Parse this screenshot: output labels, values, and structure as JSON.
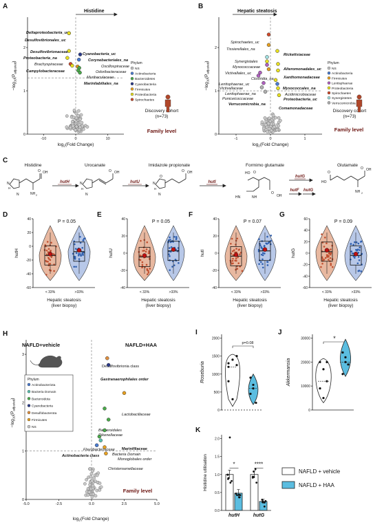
{
  "colors": {
    "NS": "#c8c8c8",
    "Actinobacteria": "#4a7bd0",
    "Bacteroidetes": "#4aaa4a",
    "Cyanobacteria": "#2a3a8a",
    "Firmicutes": "#e7a020",
    "Proteobacteria": "#e8e020",
    "Spirochaetes": "#d04a2a",
    "Lentisphaerae": "#b060c0",
    "Synergistetes": "#a0e0e0",
    "Verrucomicrobia": "#b0b0b0",
    "Bacteria Domain": "#58c0b0",
    "Desulfobacterota": "#e09040",
    "vehicle": "#ffffff",
    "haa": "#5bbde0",
    "dark": "#6b1410"
  },
  "panels": {
    "A": "A",
    "B": "B",
    "C": "C",
    "D": "D",
    "E": "E",
    "F": "F",
    "G": "G",
    "H": "H",
    "I": "I",
    "J": "J",
    "K": "K"
  },
  "common": {
    "ylab_main": "−log",
    "ylab_sub": "10",
    "ylab_paren": "(P",
    "ylab_adj": "adjusted",
    "ylab_close": ")",
    "xlab_main": "log",
    "xlab_sub": "2",
    "xlab_rest": "(Fold Change)",
    "family_level": "Family level"
  },
  "volcanoA": {
    "title": "Histidine",
    "legend_title": "Phylum",
    "legend": [
      {
        "label": "NS",
        "key": "NS"
      },
      {
        "label": "Actinobacteria",
        "key": "Actinobacteria"
      },
      {
        "label": "Bacteroidetes",
        "key": "Bacteroidetes"
      },
      {
        "label": "Cyanobacteria",
        "key": "Cyanobacteria"
      },
      {
        "label": "Firmicutes",
        "key": "Firmicutes"
      },
      {
        "label": "Proteobacteria",
        "key": "Proteobacteria"
      },
      {
        "label": "Spirochaetes",
        "key": "Spirochaetes"
      }
    ],
    "xticks": [
      "-10",
      "0",
      "10"
    ],
    "yticks": [
      "0",
      "1",
      "2"
    ],
    "cohort": "Discovery cohort",
    "n": "(n=73)",
    "labels": [
      {
        "text": "Deltaproteobacteria_uc",
        "bold": true,
        "italic": true
      },
      {
        "text": "Desulfovibrionales_uc",
        "bold": true,
        "italic": true
      },
      {
        "text": "Desulfovibrionaceae",
        "bold": true,
        "italic": true
      },
      {
        "text": "Proteobacteria_na",
        "bold": true,
        "italic": true
      },
      {
        "text": "Brachyspiraceae",
        "bold": false,
        "italic": true
      },
      {
        "text": "Campylobacteraceae",
        "bold": true,
        "italic": true
      },
      {
        "text": "Cyanobacteria_uc",
        "bold": true,
        "italic": true
      },
      {
        "text": "Corynebacteriales_na",
        "bold": true,
        "italic": true
      },
      {
        "text": "Oscillospiraceae",
        "bold": false,
        "italic": true
      },
      {
        "text": "Odoribacteraceae",
        "bold": false,
        "italic": true
      },
      {
        "text": "Muribaculaceae",
        "bold": false,
        "italic": true
      },
      {
        "text": "Marinilabiliales_na",
        "bold": true,
        "italic": true
      }
    ]
  },
  "volcanoB": {
    "title": "Hepatic steatosis",
    "legend_title": "Phylum",
    "legend": [
      {
        "label": "NS",
        "key": "NS"
      },
      {
        "label": "Actinobacteria",
        "key": "Actinobacteria"
      },
      {
        "label": "Firmicutes",
        "key": "Firmicutes"
      },
      {
        "label": "Lentisphaerae",
        "key": "Lentisphaerae"
      },
      {
        "label": "Proteobacteria",
        "key": "Proteobacteria"
      },
      {
        "label": "Spirochaetes",
        "key": "Spirochaetes"
      },
      {
        "label": "Synergistetes",
        "key": "Synergistetes"
      },
      {
        "label": "Verrucomicrobia",
        "key": "Verrucomicrobia"
      }
    ],
    "xticks": [
      "-1",
      "0",
      "1"
    ],
    "yticks": [
      "0",
      "1",
      "2"
    ],
    "cohort": "Discovery cohort",
    "n": "(n=73)",
    "labels": [
      {
        "text": "Spirochaetes_uc",
        "bold": false,
        "italic": true
      },
      {
        "text": "Tissierellales_na",
        "bold": false,
        "italic": true
      },
      {
        "text": "Rickettsiaceae",
        "bold": true,
        "italic": true
      },
      {
        "text": "Synergistales",
        "bold": false,
        "italic": true
      },
      {
        "text": "Myxococcaceae",
        "bold": false,
        "italic": true
      },
      {
        "text": "Victivallales_uc",
        "bold": false,
        "italic": true
      },
      {
        "text": "Clostridia_na",
        "bold": false,
        "italic": true
      },
      {
        "text": "Alteromonadales_uc",
        "bold": true,
        "italic": true
      },
      {
        "text": "Xanthomonadaceae",
        "bold": true,
        "italic": true
      },
      {
        "text": "Lentisphaerae_uc",
        "bold": false,
        "italic": true
      },
      {
        "text": "Victivallaceae",
        "bold": false,
        "italic": true
      },
      {
        "text": "Myxococcales_na",
        "bold": true,
        "italic": true
      },
      {
        "text": "Lentisphaerae_na",
        "bold": false,
        "italic": true
      },
      {
        "text": "Acidimicrobiaceae",
        "bold": false,
        "italic": true
      },
      {
        "text": "Puniceicoccaceae",
        "bold": false,
        "italic": true
      },
      {
        "text": "Proteobacteria_uc",
        "bold": true,
        "italic": true
      },
      {
        "text": "Verrucomicrobia_na",
        "bold": true,
        "italic": true
      },
      {
        "text": "Comamonadaceae",
        "bold": true,
        "italic": true
      }
    ]
  },
  "pathway": {
    "compounds": [
      "Histidine",
      "Urocanate",
      "Imidazole propionate",
      "Formimo glutamate",
      "Glutamate"
    ],
    "enzymes": [
      "hutH",
      "hutU",
      "hutI",
      "hutG",
      "hutF",
      "hutG"
    ]
  },
  "violins": {
    "xticks": [
      "< 33%",
      ">33%"
    ],
    "xlab1": "Hepatic steatosis",
    "xlab2": "(liver biopsy)",
    "panels": [
      {
        "ylabel": "hutH",
        "p": "P = 0.05",
        "yticks": [
          "-60",
          "-40",
          "-20",
          "0",
          "20",
          "40"
        ]
      },
      {
        "ylabel": "hutU",
        "p": "P = 0.05",
        "yticks": [
          "-40",
          "-20",
          "0",
          "20",
          "40"
        ]
      },
      {
        "ylabel": "hutI",
        "p": "P = 0.07",
        "yticks": [
          "-40",
          "-20",
          "0",
          "20",
          "40"
        ]
      },
      {
        "ylabel": "hutG",
        "p": "P = 0.09",
        "yticks": [
          "-60",
          "-40",
          "-20",
          "0",
          "20",
          "40",
          "60"
        ]
      }
    ]
  },
  "volcanoH": {
    "left_title": "NAFLD+vehicle",
    "right_title": "NAFLD+HAA",
    "legend_title": "Phylum",
    "legend": [
      {
        "label": "Actinobacteriota",
        "key": "Actinobacteria"
      },
      {
        "label": "Bacteria Domain",
        "key": "Bacteria Domain"
      },
      {
        "label": "Bacteroidota",
        "key": "Bacteroidetes"
      },
      {
        "label": "Cyanobacteria",
        "key": "Cyanobacteria"
      },
      {
        "label": "Desulfobacterota",
        "key": "Desulfobacterota"
      },
      {
        "label": "Firmicutes",
        "key": "Firmicutes"
      },
      {
        "label": "NS",
        "key": "NS"
      }
    ],
    "xticks": [
      "-5.0",
      "-2.5",
      "0.0",
      "2.5",
      "5.0"
    ],
    "yticks": [
      "0",
      "1",
      "2",
      "3"
    ],
    "labels": [
      {
        "text": "Desulfovibrionia class",
        "bold": false,
        "italic": false
      },
      {
        "text": "Gastranaerophilales order",
        "bold": true,
        "italic": true
      },
      {
        "text": "Lactobacillaceae",
        "bold": false,
        "italic": true
      },
      {
        "text": "Bacteroidales",
        "bold": false,
        "italic": true
      },
      {
        "text": "Rikenellaceae",
        "bold": false,
        "italic": true
      },
      {
        "text": "Flavobacteriaceae",
        "bold": false,
        "italic": true
      },
      {
        "text": "Marinifilaceae",
        "bold": true,
        "italic": false
      },
      {
        "text": "Bacteria Domain",
        "bold": false,
        "italic": true
      },
      {
        "text": "Actinobacteria class",
        "bold": true,
        "italic": true
      },
      {
        "text": "Monoglobales order",
        "bold": false,
        "italic": true
      },
      {
        "text": "Christensenellaceae",
        "bold": false,
        "italic": true
      }
    ]
  },
  "panelI": {
    "ylabel": "Roseburia",
    "p": "p=0.08",
    "yticks": [
      "0",
      "500",
      "1000",
      "1500",
      "2000"
    ]
  },
  "panelJ": {
    "ylabel": "Akkermansia",
    "star": "*",
    "yticks": [
      "0",
      "10000",
      "20000",
      "30000"
    ]
  },
  "panelK": {
    "ylabel": "Histidine utilisation",
    "yticks": [
      "0.0",
      "0.5",
      "1.0",
      "1.5",
      "2.0"
    ],
    "xticks": [
      "hutH",
      "hutG"
    ],
    "stars": [
      "*",
      "****"
    ],
    "legend": [
      "NAFLD + vehicle",
      "NAFLD + HAA"
    ]
  },
  "chart_data": [
    {
      "panel": "A",
      "type": "scatter",
      "title": "Histidine",
      "xlim": [
        -15,
        15
      ],
      "ylim": [
        0,
        2.7
      ],
      "threshold": 1.3,
      "points": [
        {
          "name": "Deltaproteobacteria_uc",
          "x": -2.1,
          "y": 2.33,
          "phylum": "Proteobacteria"
        },
        {
          "name": "Desulfovibrionales_uc",
          "x": -2.1,
          "y": 2.33,
          "phylum": "Proteobacteria"
        },
        {
          "name": "Desulfovibrionaceae",
          "x": -2.1,
          "y": 1.92,
          "phylum": "Proteobacteria"
        },
        {
          "name": "Proteobacteria_na",
          "x": -2.6,
          "y": 1.76,
          "phylum": "Proteobacteria"
        },
        {
          "name": "Brachyspiraceae",
          "x": -1.6,
          "y": 1.62,
          "phylum": "Spirochaetes"
        },
        {
          "name": "Campylobacteraceae",
          "x": -1.1,
          "y": 1.58,
          "phylum": "Proteobacteria"
        },
        {
          "name": "Cyanobacteria_uc",
          "x": 1.4,
          "y": 1.84,
          "phylum": "Cyanobacteria"
        },
        {
          "name": "Corynebacteriales_na",
          "x": 1.0,
          "y": 1.72,
          "phylum": "Actinobacteria"
        },
        {
          "name": "Oscillospiraceae",
          "x": 0.6,
          "y": 1.56,
          "phylum": "Firmicutes"
        },
        {
          "name": "Odoribacteraceae",
          "x": 1.1,
          "y": 1.53,
          "phylum": "Bacteroidetes"
        },
        {
          "name": "Muribaculaceae",
          "x": 0.8,
          "y": 1.47,
          "phylum": "Bacteroidetes"
        },
        {
          "name": "Marinilabiliales_na",
          "x": 1.3,
          "y": 1.42,
          "phylum": "Bacteroidetes"
        }
      ]
    },
    {
      "panel": "B",
      "type": "scatter",
      "title": "Hepatic steatosis",
      "xlim": [
        -1.5,
        1.5
      ],
      "ylim": [
        0,
        2.7
      ],
      "threshold": 1.0,
      "points": [
        {
          "name": "Spirochaetes_uc",
          "x": -0.05,
          "y": 2.3,
          "phylum": "Spirochaetes"
        },
        {
          "name": "Tissierellales_na",
          "x": -0.05,
          "y": 2.06,
          "phylum": "Firmicutes"
        },
        {
          "name": "Rickettsiaceae",
          "x": 0.2,
          "y": 1.92,
          "phylum": "Proteobacteria"
        },
        {
          "name": "Synergistales",
          "x": -0.1,
          "y": 1.78,
          "phylum": "Synergistetes"
        },
        {
          "name": "Myxococcaceae",
          "x": -0.1,
          "y": 1.68,
          "phylum": "Proteobacteria"
        },
        {
          "name": "Victivallales_uc",
          "x": -0.1,
          "y": 1.6,
          "phylum": "Lentisphaerae"
        },
        {
          "name": "Clostridia_na",
          "x": -0.05,
          "y": 1.5,
          "phylum": "Firmicutes"
        },
        {
          "name": "Alteromonadales_uc",
          "x": 0.22,
          "y": 1.62,
          "phylum": "Proteobacteria"
        },
        {
          "name": "Xanthomonadaceae",
          "x": 0.22,
          "y": 1.47,
          "phylum": "Proteobacteria"
        },
        {
          "name": "Lentisphaerae_uc",
          "x": -0.3,
          "y": 1.42,
          "phylum": "Lentisphaerae"
        },
        {
          "name": "Victivallaceae",
          "x": -0.35,
          "y": 1.35,
          "phylum": "Lentisphaerae"
        },
        {
          "name": "Myxococcales_na",
          "x": 0.15,
          "y": 1.25,
          "phylum": "Proteobacteria"
        },
        {
          "name": "Lentisphaerae_na",
          "x": -0.2,
          "y": 1.18,
          "phylum": "Lentisphaerae"
        },
        {
          "name": "Acidimicrobiaceae",
          "x": 0.2,
          "y": 1.16,
          "phylum": "Actinobacteria"
        },
        {
          "name": "Puniceicoccaceae",
          "x": -0.25,
          "y": 1.08,
          "phylum": "Verrucomicrobia"
        },
        {
          "name": "Proteobacteria_uc",
          "x": 0.22,
          "y": 1.06,
          "phylum": "Proteobacteria"
        },
        {
          "name": "Verrucomicrobia_na",
          "x": -0.15,
          "y": 0.98,
          "phylum": "Verrucomicrobia"
        },
        {
          "name": "Comamonadaceae",
          "x": 0.25,
          "y": 0.9,
          "phylum": "Proteobacteria"
        }
      ]
    },
    {
      "panel": "D-G",
      "type": "violin",
      "categories": [
        "< 33%",
        ">33%"
      ],
      "series": [
        {
          "name": "hutH",
          "medians": [
            -3,
            2
          ]
        },
        {
          "name": "hutU",
          "medians": [
            -5,
            3
          ]
        },
        {
          "name": "hutI",
          "medians": [
            -4,
            3
          ]
        },
        {
          "name": "hutG",
          "medians": [
            2,
            -3
          ]
        }
      ]
    },
    {
      "panel": "H",
      "type": "scatter",
      "xlim": [
        -5,
        5
      ],
      "ylim": [
        0,
        3.3
      ],
      "threshold": 1.0,
      "points": [
        {
          "name": "Desulfovibrionia class",
          "x": 1.2,
          "y": 2.92,
          "phylum": "Desulfobacterota"
        },
        {
          "name": "Gastranaerophilales order",
          "x": 1.3,
          "y": 2.78,
          "phylum": "Cyanobacteria"
        },
        {
          "name": "Lactobacillaceae",
          "x": 2.5,
          "y": 2.2,
          "phylum": "Firmicutes"
        },
        {
          "name": "Bacteroidales",
          "x": 1.0,
          "y": 1.88,
          "phylum": "Bacteroidetes"
        },
        {
          "name": "Rikenellaceae",
          "x": 1.3,
          "y": 1.65,
          "phylum": "Bacteroidetes"
        },
        {
          "name": "Flavobacteriaceae",
          "x": 0.6,
          "y": 1.3,
          "phylum": "Bacteroidetes"
        },
        {
          "name": "Marinifilaceae",
          "x": 1.0,
          "y": 1.43,
          "phylum": "Bacteroidetes"
        },
        {
          "name": "Bacteria Domain",
          "x": 0.7,
          "y": 1.22,
          "phylum": "Bacteria Domain"
        },
        {
          "name": "Actinobacteria class",
          "x": 0.4,
          "y": 1.12,
          "phylum": "Actinobacteria"
        },
        {
          "name": "Monoglobales order",
          "x": 1.0,
          "y": 1.08,
          "phylum": "Firmicutes"
        },
        {
          "name": "Christensenellaceae",
          "x": 1.1,
          "y": 0.95,
          "phylum": "Firmicutes"
        }
      ]
    },
    {
      "panel": "I",
      "type": "violin",
      "ylabel": "Roseburia",
      "categories": [
        "NAFLD + vehicle",
        "NAFLD + HAA"
      ],
      "values": [
        [
          1200,
          1400,
          1500,
          800,
          300,
          1250,
          1300
        ],
        [
          900,
          700,
          200,
          450,
          600
        ]
      ]
    },
    {
      "panel": "J",
      "type": "violin",
      "ylabel": "Akkermansia",
      "categories": [
        "NAFLD + vehicle",
        "NAFLD + HAA"
      ],
      "values": [
        [
          20000,
          17000,
          12000,
          9000,
          5000,
          20000
        ],
        [
          24000,
          20000,
          19000,
          15000,
          22000
        ]
      ]
    },
    {
      "panel": "K",
      "type": "bar",
      "ylabel": "Histidine utilisation",
      "categories": [
        "hutH",
        "hutG"
      ],
      "series": [
        {
          "name": "NAFLD + vehicle",
          "values": [
            1.0,
            1.0
          ],
          "err": [
            0.12,
            0.1
          ]
        },
        {
          "name": "NAFLD + HAA",
          "values": [
            0.48,
            0.25
          ],
          "err": [
            0.1,
            0.06
          ]
        }
      ]
    }
  ]
}
